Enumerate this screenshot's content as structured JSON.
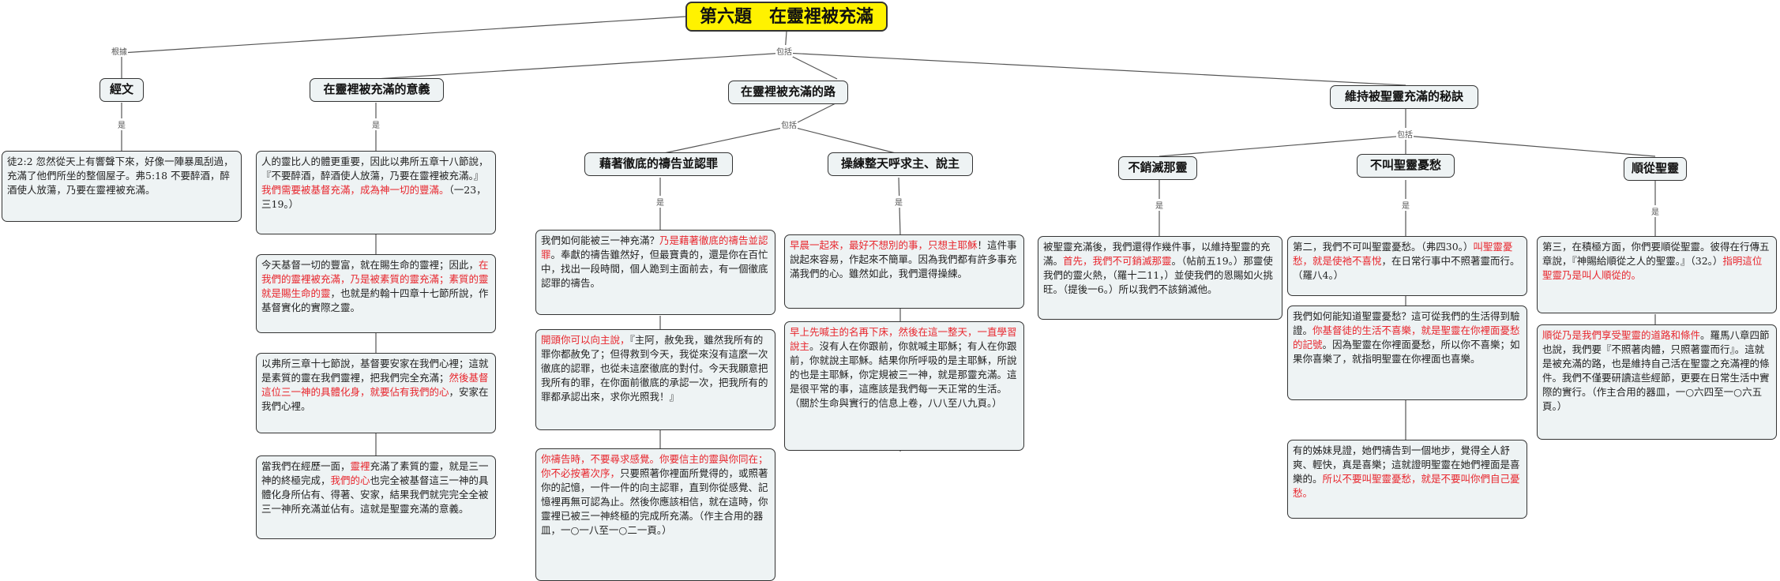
{
  "title": "第六題　在靈裡被充滿",
  "links": {
    "basis": "根據",
    "includes": "包括",
    "is": "是"
  },
  "topics": {
    "scripture": "經文",
    "meaning": "在靈裡被充滿的意義",
    "way": "在靈裡被充滿的路",
    "secret": "維持被聖靈充滿的秘訣",
    "prayer": "藉著徹底的禱告並認罪",
    "exercise": "操練整天呼求主、說主",
    "not_quench": "不銷滅那靈",
    "not_grieve": "不叫聖靈憂愁",
    "obey": "順從聖靈"
  },
  "notes": {
    "scripture": [
      [
        "k",
        "徒2:2  忽然從天上有響聲下來，好像一陣暴風刮過，充滿了他們所坐的整個屋子。弗5:18  不要醉酒，醉酒使人放蕩，乃要在靈裡被充滿。"
      ]
    ],
    "meaning1": [
      [
        "k",
        "人的靈比人的體更重要，因此以弗所五章十八節說，『不要醉酒，醉酒使人放蕩，乃要在靈裡被充滿。』"
      ],
      [
        "r",
        "我們需要被基督充滿，成為神一切的豐滿。"
      ],
      [
        "k",
        "（一23，三19。）"
      ]
    ],
    "meaning2": [
      [
        "k",
        "今天基督一切的豐富，就在賜生命的靈裡；因此，"
      ],
      [
        "r",
        "在我們的靈裡被充滿，乃是被素質的靈充滿；素質的靈就是賜生命的靈"
      ],
      [
        "k",
        "，也就是約翰十四章十七節所說，作基督實化的實際之靈。"
      ]
    ],
    "meaning3": [
      [
        "k",
        "以弗所三章十七節說，基督要安家在我們心裡；這就是素質的靈在我們靈裡，把我們完全充滿；"
      ],
      [
        "r",
        "然後基督這位三一神的具體化身，就要佔有我們的心"
      ],
      [
        "k",
        "，安家在我們心裡。"
      ]
    ],
    "meaning4": [
      [
        "k",
        "當我們在經歷一面，"
      ],
      [
        "r",
        "靈裡"
      ],
      [
        "k",
        "充滿了素質的靈，就是三一神的終極完成，"
      ],
      [
        "r",
        "我們的心"
      ],
      [
        "k",
        "也完全被基督這三一神的具體化身所佔有、得著、安家，結果我們就完完全全被三一神所充滿並佔有。這就是聖靈充滿的意義。"
      ]
    ],
    "prayer1": [
      [
        "k",
        "我們如何能被三一神充滿？"
      ],
      [
        "r",
        "乃是藉著徹底的禱告並認罪"
      ],
      [
        "k",
        "。奉獻的禱告雖然好，但最寶貴的，還是你在百忙中，找出一段時間，個人跪到主面前去，有一個徹底認罪的禱告。"
      ]
    ],
    "prayer2": [
      [
        "r",
        "開頭你可以向主說，"
      ],
      [
        "k",
        "『主阿，赦免我，雖然我所有的罪你都赦免了；但得救到今天，我從來沒有這麼一次徹底的認罪，也從未這麼徹底的對付。今天我願意把我所有的罪，在你面前徹底的承認一次，把我所有的罪都承認出來，求你光照我！』"
      ]
    ],
    "prayer3": [
      [
        "r",
        "你禱告時，不要尋求感覺。你要信主的靈與你同在；你不必按著次序，"
      ],
      [
        "k",
        "只要照著你裡面所覺得的，或照著你的記憶，一件一件的向主認罪，直到你從感覺、記憶裡再無可認為止。然後你應該相信，就在這時，你靈裡已被三一神終極的完成所充滿。（作主合用的器皿，一○一八至一○二一頁。）"
      ]
    ],
    "exercise1": [
      [
        "r",
        "早晨一起來，最好不想別的事，只想主耶穌"
      ],
      [
        "k",
        "！這件事說起來容易，作起來不簡單。因為我們都有許多事充滿我們的心。雖然如此，我們還得操練。"
      ]
    ],
    "exercise2": [
      [
        "r",
        "早上先喊主的名再下床，然後在這一整天，一直學習說主"
      ],
      [
        "k",
        "。沒有人在你跟前，你就喊主耶穌；有人在你跟前，你就說主耶穌。結果你所呼吸的是主耶穌，所說的也是主耶穌，你定規被三一神，就是那靈充滿。這是很平常的事，這應該是我們每一天正常的生活。（關於生命與實行的信息上卷，八八至八九頁。）"
      ]
    ],
    "quench": [
      [
        "k",
        "被聖靈充滿後，我們還得作幾件事，以維持聖靈的充滿。"
      ],
      [
        "r",
        "首先，我們不可銷滅那靈"
      ],
      [
        "k",
        "。（帖前五19。）那靈使我們的靈火熱，（羅十二11，）並使我們的恩賜如火挑旺。（提後一6。）所以我們不該銷滅他。"
      ]
    ],
    "grieve1": [
      [
        "k",
        "第二，我們不可叫聖靈憂愁。（弗四30。）"
      ],
      [
        "r",
        "叫聖靈憂愁，就是使祂不喜悅"
      ],
      [
        "k",
        "，在日常行事中不照著靈而行。（羅八4。）"
      ]
    ],
    "grieve2": [
      [
        "k",
        "我們如何能知道聖靈憂愁？這可從我們的生活得到驗證。"
      ],
      [
        "r",
        "你基督徒的生活不喜樂，就是聖靈在你裡面憂愁的記號"
      ],
      [
        "k",
        "。因為聖靈在你裡面憂愁，所以你不喜樂；如果你喜樂了，就指明聖靈在你裡面也喜樂。"
      ]
    ],
    "grieve3": [
      [
        "k",
        "有的姊妹見證，她們禱告到一個地步，覺得全人舒爽、輕快，真是喜樂；這就證明聖靈在她們裡面是喜樂的。"
      ],
      [
        "r",
        "所以不要叫聖靈憂愁，就是不要叫你們自己憂愁。"
      ]
    ],
    "obey1": [
      [
        "k",
        "第三，在積極方面，你們要順從聖靈。彼得在行傳五章說，『神賜給順從之人的聖靈。』（32。）"
      ],
      [
        "r",
        "指明這位聖靈乃是叫人順從的。"
      ]
    ],
    "obey2": [
      [
        "r",
        "順從乃是我們享受聖靈的道路和條件"
      ],
      [
        "k",
        "。羅馬八章四節也說，我們要『不照著肉體，只照著靈而行』。這就是被充滿的路，也是維持自己活在聖靈之充滿裡的條件。我們不僅要研讀這些經節，更要在日常生活中實際的實行。（作主合用的器皿，一○六四至一○六五頁。）"
      ]
    ]
  }
}
